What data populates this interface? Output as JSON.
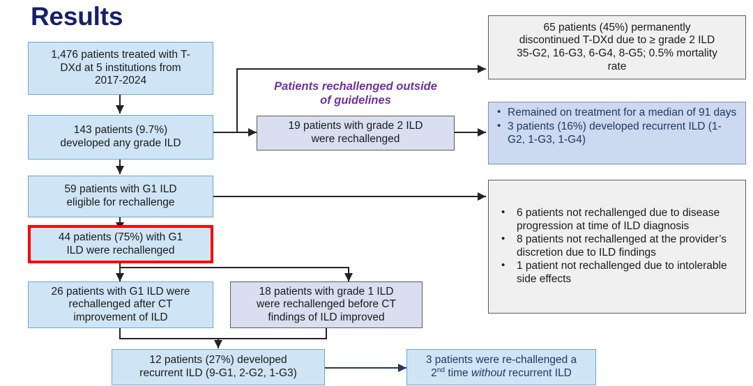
{
  "slide": {
    "title": "Results",
    "accent_title_color": "#16206b",
    "highlight_border_color": "#ff0000"
  },
  "annotation": {
    "line1": "Patients rechallenged outside",
    "line2": "of guidelines",
    "color": "#7030a0"
  },
  "nodes": {
    "cohort": {
      "line1": "1,476 patients treated with T-",
      "line2": "DXd at 5 institutions from",
      "line3": "2017-2024"
    },
    "any_grade_ild": {
      "line1": "143 patients (9.7%)",
      "line2": "developed any grade ILD"
    },
    "g1_eligible": {
      "line1": "59 patients with G1 ILD",
      "line2": "eligible for rechallenge"
    },
    "g1_rechallenged": {
      "line1": "44 patients (75%) with G1",
      "line2": "ILD were rechallenged"
    },
    "after_ct": {
      "line1": "26 patients with G1 ILD were",
      "line2": "rechallenged after CT",
      "line3": "improvement of ILD"
    },
    "before_ct": {
      "line1": "18 patients with grade 1 ILD",
      "line2": "were rechallenged before CT",
      "line3": "findings of ILD improved"
    },
    "recurrent": {
      "line1": "12 patients (27%) developed",
      "line2": "recurrent ILD (9-G1, 2-G2, 1-G3)"
    },
    "second_rechallenge": {
      "line1_a": "3 patients were re-challenged a",
      "line2_a": "2",
      "line2_sup": "nd",
      "line2_b": " time ",
      "line2_ital": "without",
      "line2_c": " recurrent ILD"
    },
    "grade2_rechallenged": {
      "line1": "19 patients with grade 2 ILD",
      "line2": "were rechallenged"
    },
    "discontinued": {
      "line1": "65 patients (45%) permanently",
      "line2": "discontinued T-DXd due to ≥ grade 2 ILD",
      "line3": "35-G2, 16-G3, 6-G4, 8-G5; 0.5% mortality",
      "line4": "rate"
    },
    "grade2_outcomes": {
      "bullets": [
        "Remained on treatment for a median of 91 days",
        "3 patients (16%) developed recurrent ILD (1-G2, 1-G3, 1-G4)"
      ]
    },
    "not_rechallenged": {
      "bullets": [
        "6 patients not rechallenged due to disease progression at time of ILD diagnosis",
        "8 patients not rechallenged at the provider’s discretion due to ILD findings",
        "1 patient not rechallenged due to intolerable side effects"
      ]
    }
  }
}
